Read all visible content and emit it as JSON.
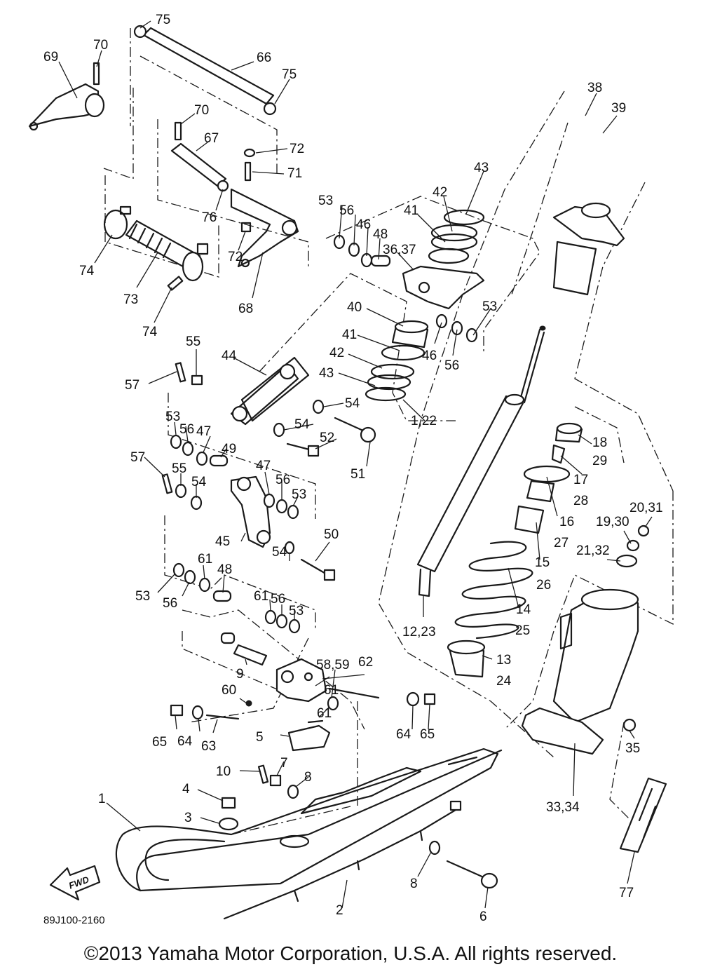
{
  "diagram": {
    "drawing_code": "89J100-2160",
    "direction_label": "FWD",
    "copyright": "©2013 Yamaha Motor Corporation, U.S.A. All rights reserved.",
    "callouts": [
      "75",
      "69",
      "70",
      "66",
      "75",
      "70",
      "72",
      "67",
      "71",
      "76",
      "72",
      "74",
      "73",
      "68",
      "74",
      "38",
      "39",
      "43",
      "53",
      "56",
      "46",
      "48",
      "42",
      "41",
      "36,37",
      "53",
      "40",
      "46",
      "56",
      "41",
      "42",
      "43",
      "1,22",
      "55",
      "44",
      "57",
      "54",
      "54",
      "52",
      "51",
      "53",
      "56",
      "47",
      "49",
      "57",
      "55",
      "54",
      "47",
      "56",
      "53",
      "45",
      "50",
      "54",
      "53",
      "61",
      "48",
      "56",
      "61",
      "56",
      "53",
      "12,23",
      "18",
      "29",
      "17",
      "28",
      "16",
      "27",
      "15",
      "26",
      "14",
      "25",
      "20,31",
      "19,30",
      "21,32",
      "13",
      "24",
      "62",
      "58,59",
      "61",
      "9",
      "60",
      "65",
      "64",
      "63",
      "61",
      "64",
      "65",
      "5",
      "35",
      "10",
      "7",
      "4",
      "8",
      "3",
      "33,34",
      "1",
      "8",
      "77",
      "2",
      "6"
    ]
  }
}
